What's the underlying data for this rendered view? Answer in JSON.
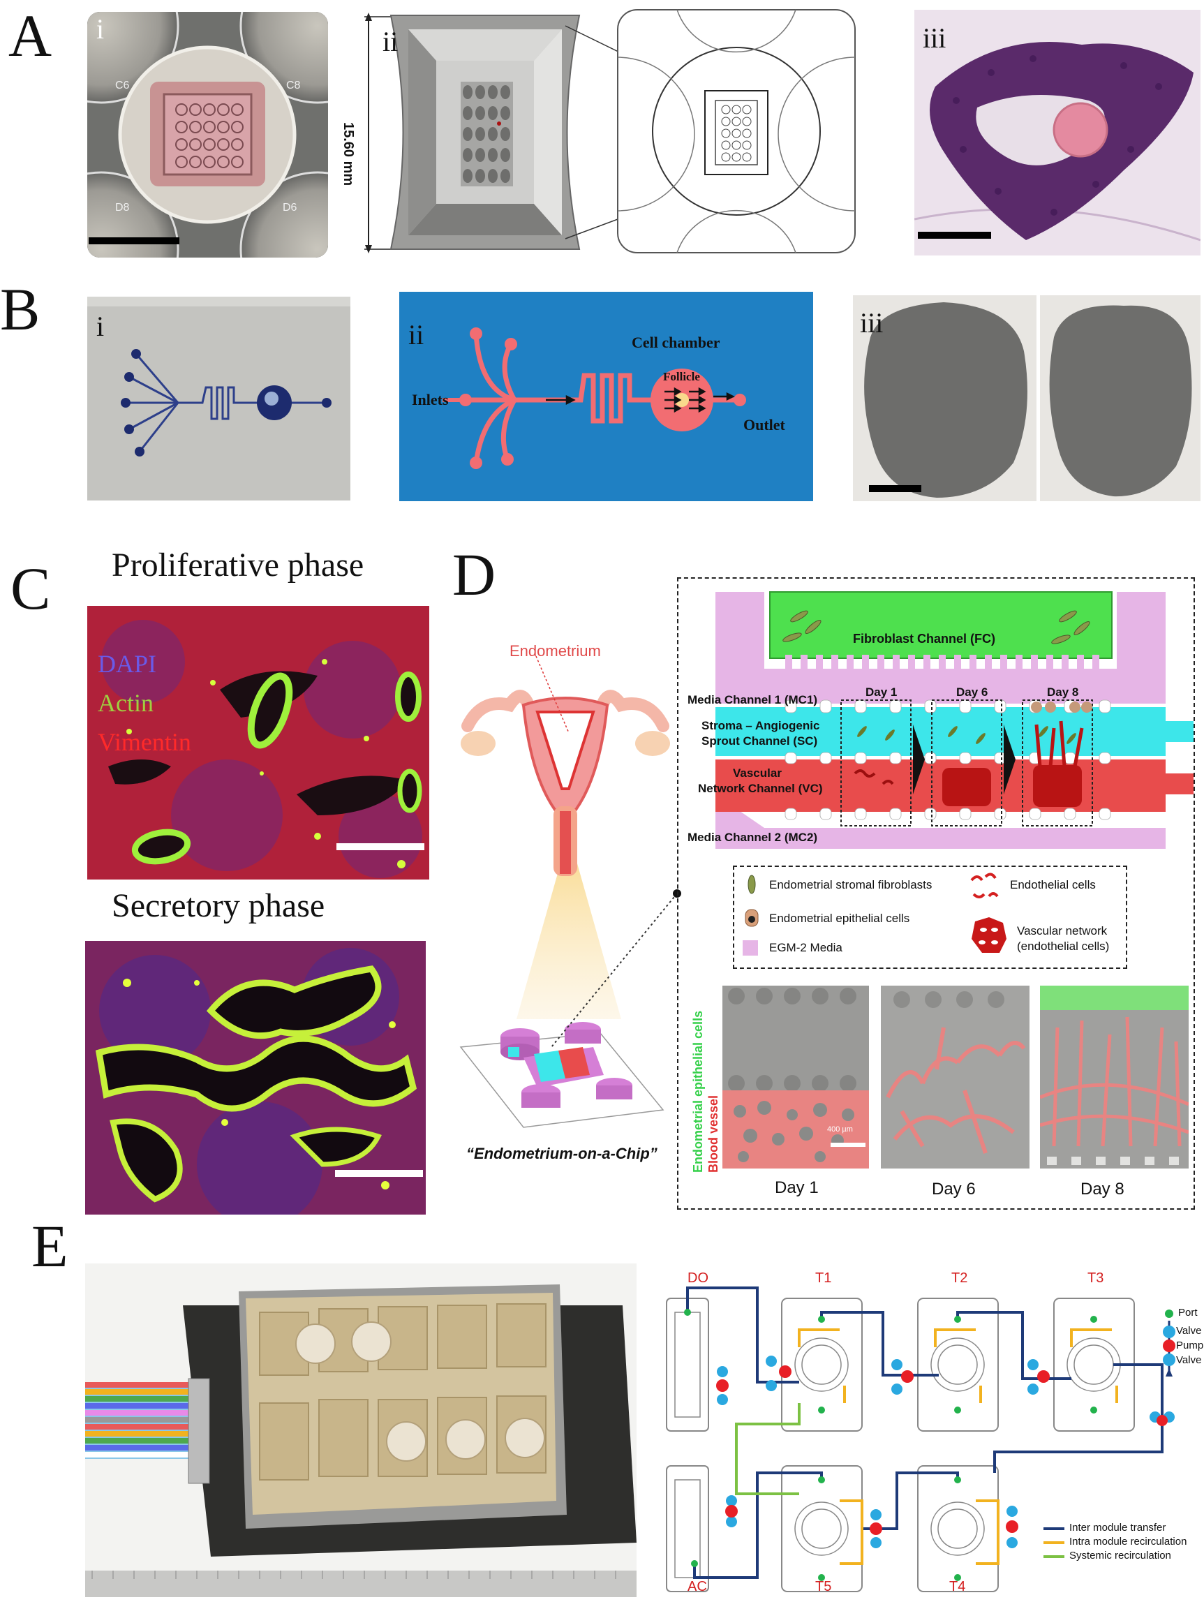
{
  "panels": {
    "A": {
      "letter": "A",
      "i": "i",
      "ii": "ii",
      "iii": "iii",
      "plate_labels": [
        "C6",
        "C8",
        "D8",
        "D6"
      ],
      "dimension": "15.60 mm"
    },
    "B": {
      "letter": "B",
      "i": "i",
      "ii": "ii",
      "iii": "iii",
      "inlets": "Inlets",
      "cell_chamber": "Cell chamber",
      "follicle": "Follicle",
      "outlet": "Outlet"
    },
    "C": {
      "letter": "C",
      "proliferative": "Proliferative phase",
      "secretory": "Secretory phase",
      "stain_dapi": "DAPI",
      "stain_actin": "Actin",
      "stain_vimentin": "Vimentin"
    },
    "D": {
      "letter": "D",
      "endometrium": "Endometrium",
      "chip_caption": "“Endometrium-on-a-Chip”",
      "fc": "Fibroblast Channel (FC)",
      "mc1": "Media Channel 1 (MC1)",
      "sc_line1": "Stroma – Angiogenic",
      "sc_line2": "Sprout Channel (SC)",
      "vc_line1": "Vascular",
      "vc_line2": "Network Channel (VC)",
      "mc2": "Media Channel 2 (MC2)",
      "day1": "Day 1",
      "day6": "Day 6",
      "day8": "Day 8",
      "legend_stromal": "Endometrial stromal fibroblasts",
      "legend_epithelial": "Endometrial epithelial cells",
      "legend_media": "EGM-2 Media",
      "legend_endothelial": "Endothelial cells",
      "legend_vascular1": "Vascular network",
      "legend_vascular2": "(endothelial cells)",
      "vert_epithelial": "Endometrial epithelial cells",
      "vert_vessel": "Blood vessel",
      "scalebar": "400 µm"
    },
    "E": {
      "letter": "E",
      "modules": [
        "DO",
        "T1",
        "T2",
        "T3",
        "AC",
        "T5",
        "T4"
      ],
      "legend_port": "Port",
      "legend_valve1": "Valve",
      "legend_pump": "Pump",
      "legend_valve2": "Valve",
      "line_inter": "Inter module transfer",
      "line_intra": "Intra module recirculation",
      "line_systemic": "Systemic recirculation"
    }
  },
  "colors": {
    "pink_media": "#e6b5e6",
    "green_fc": "#4ee04e",
    "cyan_sc": "#3de6ea",
    "red_vc": "#e84c4c",
    "blue_bg": "#1f80c3",
    "salmon": "#f26d72",
    "navy": "#1e3a78",
    "orange": "#f2b21f",
    "lime": "#7cc143",
    "valve_blue": "#2aa8e0",
    "pump_red": "#e81f26",
    "port_green": "#22b24c"
  }
}
